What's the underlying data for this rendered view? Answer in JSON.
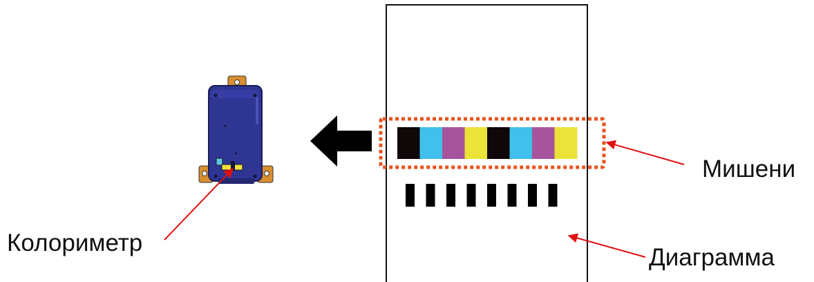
{
  "labels": {
    "targets": "Мишени",
    "colorimeter": "Колориметр",
    "chart": "Диаграмма"
  },
  "colors": {
    "outline": "#111111",
    "highlight_box": "#e8531e",
    "annotation_arrow": "#e01010",
    "device_body": "#2f3593",
    "device_mount": "#d98e2f",
    "patch_black": "#100808",
    "patch_cyan": "#40c0ea",
    "patch_magenta": "#a6559d",
    "patch_yellow": "#ebe33a",
    "sensor_yellow": "#f0e040",
    "sensor_cyan": "#5ec6df"
  },
  "target_patches": [
    "black",
    "cyan",
    "magenta",
    "yellow",
    "black",
    "cyan",
    "magenta",
    "yellow"
  ],
  "reference_marks_count": 8
}
